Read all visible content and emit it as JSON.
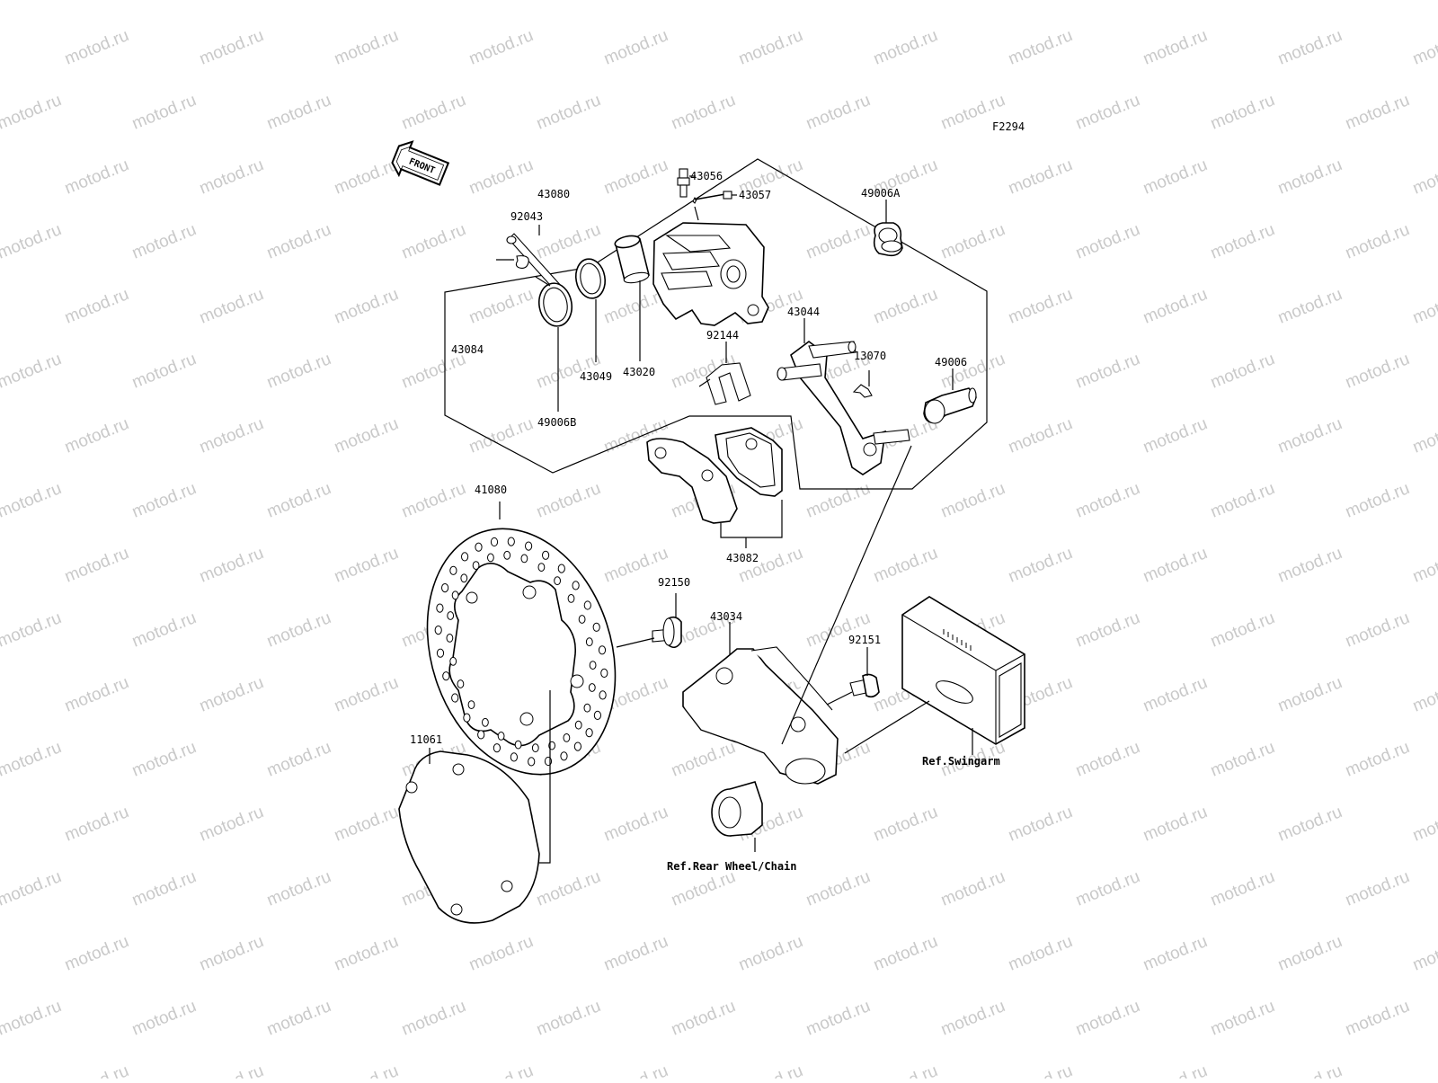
{
  "diagram": {
    "figure_code": "F2294",
    "front_indicator": "FRONT",
    "watermark": "motod.ru",
    "part_numbers": {
      "p43056": "43056",
      "p43057": "43057",
      "p43080": "43080",
      "p92043": "92043",
      "p49006A": "49006A",
      "p43044": "43044",
      "p92144": "92144",
      "p13070": "13070",
      "p43084": "43084",
      "p43020": "43020",
      "p49006": "49006",
      "p43049": "43049",
      "p49006B": "49006B",
      "p41080": "41080",
      "p43082": "43082",
      "p92150": "92150",
      "p43034": "43034",
      "p92151": "92151",
      "p11061": "11061"
    },
    "references": {
      "swingarm": "Ref.Swingarm",
      "rear_wheel": "Ref.Rear Wheel/Chain"
    }
  }
}
